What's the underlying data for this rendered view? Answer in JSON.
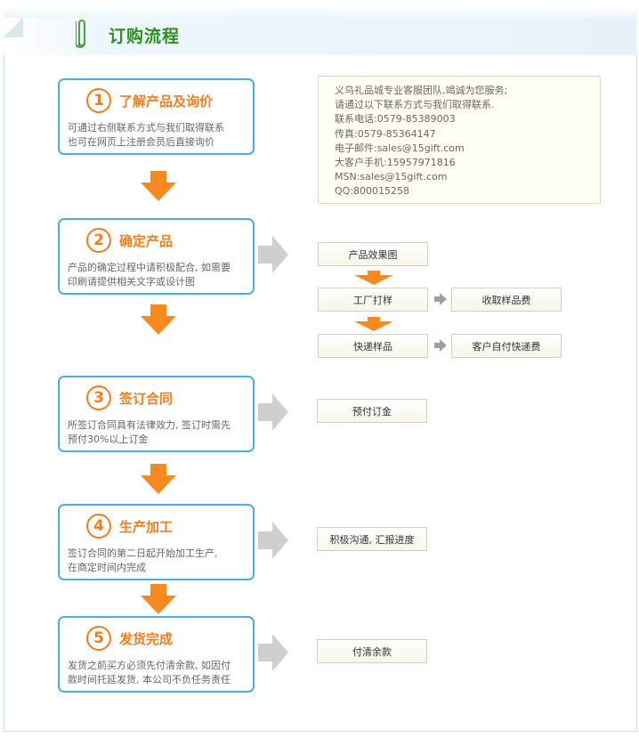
{
  "header": {
    "title": "订购流程"
  },
  "steps": [
    {
      "num": "1",
      "title": "了解产品及询价",
      "desc": [
        "可通过右侧联系方式与我们取得联系",
        "也可在网页上注册会员后直接询价"
      ]
    },
    {
      "num": "2",
      "title": "确定产品",
      "desc": [
        "产品的确定过程中请积极配合, 如需要",
        "印刷请提供相关文字或设计图"
      ]
    },
    {
      "num": "3",
      "title": "签订合同",
      "desc": [
        "所签订合同具有法律效力, 签订时需先",
        "预付30%以上订金"
      ]
    },
    {
      "num": "4",
      "title": "生产加工",
      "desc": [
        "签订合同的第二日起开始加工生产,",
        "在商定时间内完成"
      ]
    },
    {
      "num": "5",
      "title": "发货完成",
      "desc": [
        "发货之前买方必须先付清余款, 如因付",
        "款时间托延发货, 本公司不负任务责任"
      ]
    }
  ],
  "contact": [
    "义乌礼品城专业客服团队,竭诚为您服务;",
    "请通过以下联系方式与我们取得联系.",
    "联系电话:0579-85389003",
    "传真:0579-85364147",
    "电子邮件:sales@15gift.com",
    "大客户手机:15957971816",
    "MSN:sales@15gift.com",
    "QQ:800015258"
  ],
  "boxes": {
    "effect": "产品效果图",
    "factory": "工厂打样",
    "sample_fee": "收取样品费",
    "express": "快递样品",
    "express_fee": "客户自付快递费",
    "deposit": "预付订金",
    "communicate": "积极沟通, 汇报进度",
    "balance": "付清余款"
  },
  "colors": {
    "accent": "#f47c1a",
    "border": "#4aaee6",
    "title": "#2d8f1e",
    "arrow_gray": "#cccccc"
  }
}
